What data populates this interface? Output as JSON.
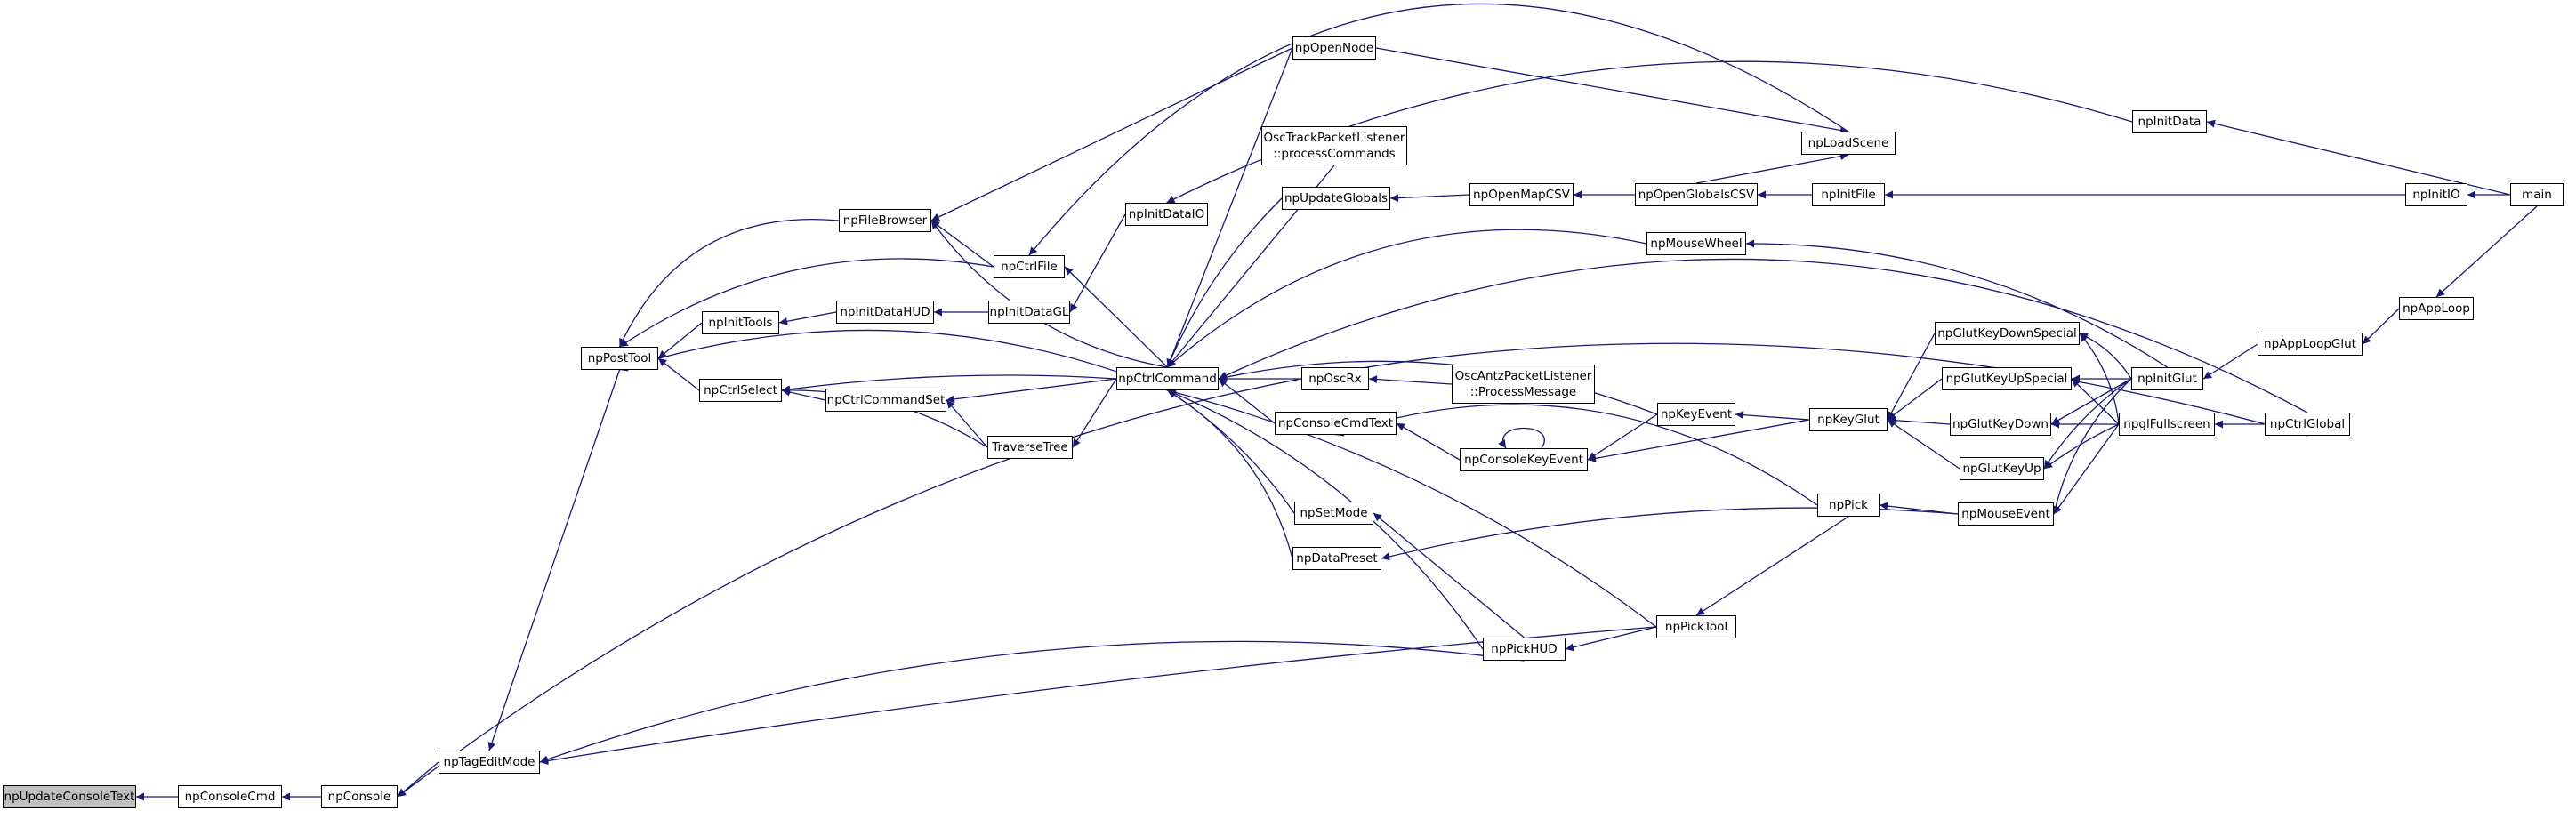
{
  "graph": {
    "highlighted": "n0",
    "colors": {
      "edge": "#191970",
      "node_border": "#000000",
      "node_fill": "#ffffff",
      "highlight_fill": "#bfbfbf"
    },
    "nodes": [
      {
        "id": "n0",
        "label": "npUpdateConsoleText"
      },
      {
        "id": "n1",
        "label": "npConsoleCmd"
      },
      {
        "id": "n2",
        "label": "npConsole"
      },
      {
        "id": "n3",
        "label": "npTagEditMode"
      },
      {
        "id": "n4",
        "label": "npPostTool"
      },
      {
        "id": "n5",
        "label": "npFileBrowser"
      },
      {
        "id": "n6",
        "label": "npInitTools"
      },
      {
        "id": "n7",
        "label": "npCtrlSelect"
      },
      {
        "id": "n8",
        "label": "npInitDataHUD"
      },
      {
        "id": "n9",
        "label": "npCtrlFile"
      },
      {
        "id": "n10",
        "label": "npInitDataGL"
      },
      {
        "id": "n11",
        "label": "npCtrlCommandSet"
      },
      {
        "id": "n12",
        "label": "TraverseTree"
      },
      {
        "id": "n13",
        "label": "npInitDataIO"
      },
      {
        "id": "n14",
        "label": "npCtrlCommand"
      },
      {
        "id": "n15",
        "label": "npOpenNode"
      },
      {
        "id": "n16",
        "label": "OscTrackPacketListener\n::processCommands"
      },
      {
        "id": "n17",
        "label": "npUpdateGlobals"
      },
      {
        "id": "n18",
        "label": "npOscRx"
      },
      {
        "id": "n19",
        "label": "npConsoleCmdText"
      },
      {
        "id": "n20",
        "label": "npSetMode"
      },
      {
        "id": "n21",
        "label": "npDataPreset"
      },
      {
        "id": "n22",
        "label": "OscAntzPacketListener\n::ProcessMessage"
      },
      {
        "id": "n23",
        "label": "npOpenMapCSV"
      },
      {
        "id": "n24",
        "label": "npConsoleKeyEvent"
      },
      {
        "id": "n25",
        "label": "npPickHUD"
      },
      {
        "id": "n26",
        "label": "npOpenGlobalsCSV"
      },
      {
        "id": "n27",
        "label": "npMouseWheel"
      },
      {
        "id": "n28",
        "label": "npKeyEvent"
      },
      {
        "id": "n29",
        "label": "npPickTool"
      },
      {
        "id": "n30",
        "label": "npLoadScene"
      },
      {
        "id": "n31",
        "label": "npInitFile"
      },
      {
        "id": "n32",
        "label": "npKeyGlut"
      },
      {
        "id": "n33",
        "label": "npPick"
      },
      {
        "id": "n34",
        "label": "npGlutKeyDownSpecial"
      },
      {
        "id": "n35",
        "label": "npGlutKeyUpSpecial"
      },
      {
        "id": "n36",
        "label": "npGlutKeyDown"
      },
      {
        "id": "n37",
        "label": "npGlutKeyUp"
      },
      {
        "id": "n38",
        "label": "npMouseEvent"
      },
      {
        "id": "n39",
        "label": "npInitData"
      },
      {
        "id": "n40",
        "label": "npInitGlut"
      },
      {
        "id": "n41",
        "label": "npglFullscreen"
      },
      {
        "id": "n42",
        "label": "npAppLoopGlut"
      },
      {
        "id": "n43",
        "label": "npCtrlGlobal"
      },
      {
        "id": "n44",
        "label": "npInitIO"
      },
      {
        "id": "n45",
        "label": "npAppLoop"
      },
      {
        "id": "n46",
        "label": "main"
      }
    ]
  }
}
